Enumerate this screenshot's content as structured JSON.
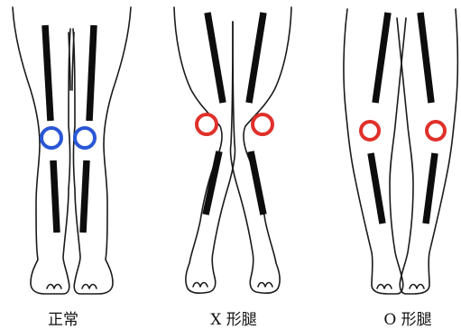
{
  "panels": [
    {
      "caption": "正常",
      "joint_color": "#2a57d6"
    },
    {
      "caption": "X 形腿",
      "joint_color": "#e0302a"
    },
    {
      "caption": "O 形腿",
      "joint_color": "#e0302a"
    }
  ]
}
